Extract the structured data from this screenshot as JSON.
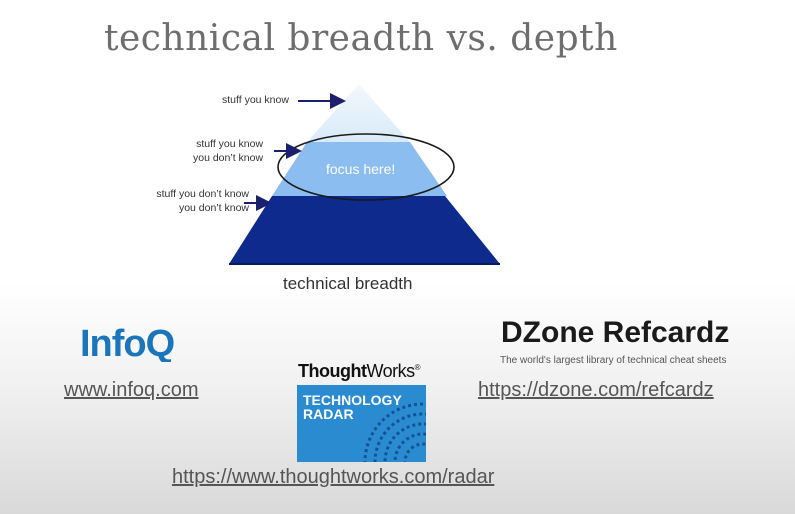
{
  "slide": {
    "title": "technical breadth vs. depth"
  },
  "pyramid": {
    "label_top": "stuff you know",
    "label_mid_line1": "stuff you know",
    "label_mid_line2": "you don’t know",
    "label_bottom_line1": "stuff you don’t know",
    "label_bottom_line2": "you don’t know",
    "focus": "focus here!",
    "axis_label": "technical breadth",
    "colors": {
      "top": "#e4f1fb",
      "middle": "#8bbdf0",
      "bottom": "#0d2a8c",
      "arrow": "#1a1f6e"
    }
  },
  "resources": {
    "infoq": {
      "logo": "InfoQ",
      "link": "www.infoq.com"
    },
    "dzone": {
      "logo": "DZone Refcardz",
      "tagline": "The world's largest library of technical cheat sheets",
      "link": "https://dzone.com/refcardz"
    },
    "thoughtworks": {
      "logo_bold": "Thought",
      "logo_thin": "Works",
      "radar_title": "TECHNOLOGY\nRADAR",
      "link": "https://www.thoughtworks.com/radar"
    }
  }
}
